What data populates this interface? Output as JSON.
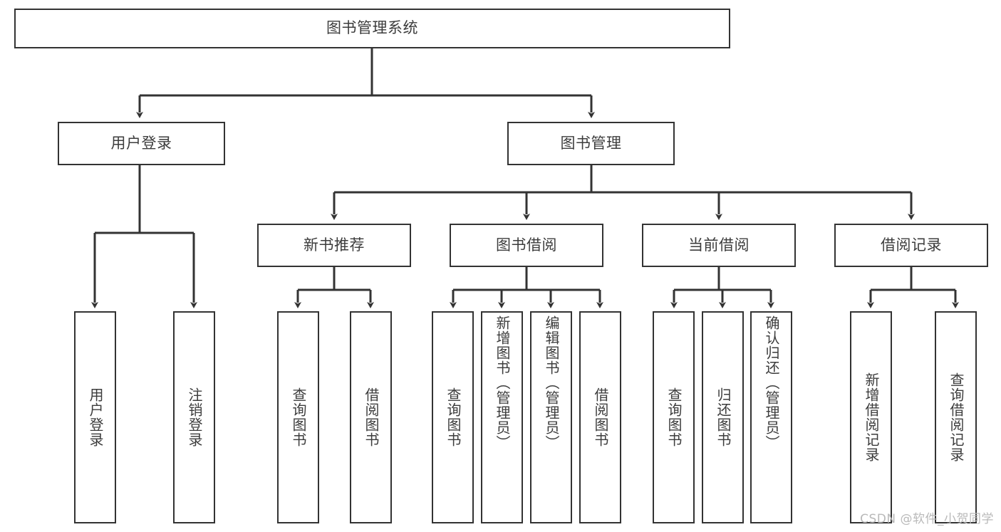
{
  "diagram": {
    "type": "tree",
    "title": "图书管理系统",
    "theme": {
      "background": "#ffffff",
      "box_border": "#333333",
      "box_fill": "#ffffff",
      "text": "#3c3c3c",
      "edge": "#333333",
      "watermark": "#b9b9b9"
    },
    "levels": [
      {
        "level": 1,
        "nodes": [
          {
            "id": "root",
            "label": "图书管理系统",
            "orientation": "horizontal"
          }
        ]
      },
      {
        "level": 2,
        "nodes": [
          {
            "id": "login",
            "label": "用户登录",
            "orientation": "horizontal",
            "parent": "root"
          },
          {
            "id": "bookmgmt",
            "label": "图书管理",
            "orientation": "horizontal",
            "parent": "root"
          }
        ]
      },
      {
        "level": 3,
        "nodes": [
          {
            "id": "newbook",
            "label": "新书推荐",
            "orientation": "horizontal",
            "parent": "bookmgmt"
          },
          {
            "id": "borrow",
            "label": "图书借阅",
            "orientation": "horizontal",
            "parent": "bookmgmt"
          },
          {
            "id": "current",
            "label": "当前借阅",
            "orientation": "horizontal",
            "parent": "bookmgmt"
          },
          {
            "id": "records",
            "label": "借阅记录",
            "orientation": "horizontal",
            "parent": "bookmgmt"
          }
        ]
      },
      {
        "level": 4,
        "nodes": [
          {
            "id": "leaf-user-login",
            "label": "用户登录",
            "orientation": "vertical",
            "parent": "login"
          },
          {
            "id": "leaf-user-logout",
            "label": "注销登录",
            "orientation": "vertical",
            "parent": "login"
          },
          {
            "id": "leaf-newbook-query",
            "label": "查询图书",
            "orientation": "vertical",
            "parent": "newbook"
          },
          {
            "id": "leaf-newbook-borrow",
            "label": "借阅图书",
            "orientation": "vertical",
            "parent": "newbook"
          },
          {
            "id": "leaf-borrow-query",
            "label": "查询图书",
            "orientation": "vertical",
            "parent": "borrow"
          },
          {
            "id": "leaf-borrow-add",
            "label": "新增图书（管理员）",
            "orientation": "vertical",
            "parent": "borrow"
          },
          {
            "id": "leaf-borrow-edit",
            "label": "编辑图书（管理员）",
            "orientation": "vertical",
            "parent": "borrow"
          },
          {
            "id": "leaf-borrow-lend",
            "label": "借阅图书",
            "orientation": "vertical",
            "parent": "borrow"
          },
          {
            "id": "leaf-current-query",
            "label": "查询图书",
            "orientation": "vertical",
            "parent": "current"
          },
          {
            "id": "leaf-current-return",
            "label": "归还图书",
            "orientation": "vertical",
            "parent": "current"
          },
          {
            "id": "leaf-current-confirm",
            "label": "确认归还（管理员）",
            "orientation": "vertical",
            "parent": "current"
          },
          {
            "id": "leaf-records-add",
            "label": "新增借阅记录",
            "orientation": "vertical",
            "parent": "records"
          },
          {
            "id": "leaf-records-query",
            "label": "查询借阅记录",
            "orientation": "vertical",
            "parent": "records"
          }
        ]
      }
    ],
    "watermark": "CSDN @软件_小贺同学"
  }
}
